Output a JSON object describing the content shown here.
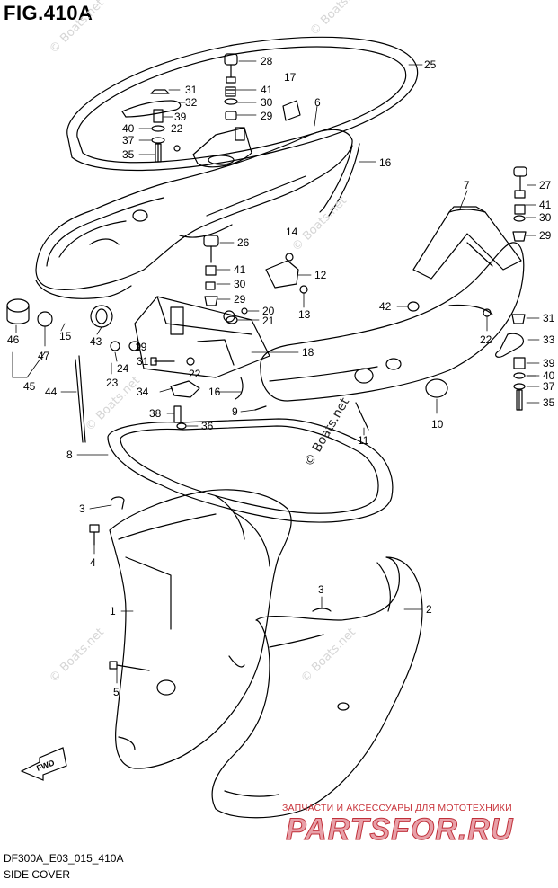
{
  "figure": {
    "title": "FIG.410A",
    "code": "DF300A_E03_015_410A",
    "name": "SIDE COVER"
  },
  "watermark": {
    "site": "© Boats.net",
    "retailer_tagline": "ЗАПЧАСТИ И АКСЕССУАРЫ ДЛЯ МОТОТЕХНИКИ",
    "retailer_brand": "PARTSFOR.RU"
  },
  "direction_badge": "FWD",
  "callouts": {
    "c28": "28",
    "c25": "25",
    "c31a": "31",
    "c32": "32",
    "c17": "17",
    "c41a": "41",
    "c6": "6",
    "c30a": "30",
    "c29a": "29",
    "c39a": "39",
    "c40a": "40",
    "c22a": "22",
    "c37a": "37",
    "c35a": "35",
    "c16a": "16",
    "c7": "7",
    "c27": "27",
    "c41b": "41",
    "c30b": "30",
    "c14": "14",
    "c26": "26",
    "c29b": "29",
    "c12": "12",
    "c41c": "41",
    "c13": "13",
    "c30c": "30",
    "c29c": "29",
    "c42": "42",
    "c20": "20",
    "c21": "21",
    "c31b": "31",
    "c22b": "22",
    "c33": "33",
    "c46": "46",
    "c15": "15",
    "c43": "43",
    "c19": "19",
    "c47": "47",
    "c24": "24",
    "c18": "18",
    "c39b": "39",
    "c23": "23",
    "c31c": "31",
    "c22c": "22",
    "c40b": "40",
    "c45": "45",
    "c44": "44",
    "c34": "34",
    "c16b": "16",
    "c37b": "37",
    "c35b": "35",
    "c9": "9",
    "c10": "10",
    "c38": "38",
    "c36": "36",
    "c11": "11",
    "c8": "8",
    "c3a": "3",
    "c4": "4",
    "c1": "1",
    "c3b": "3",
    "c2": "2",
    "c5": "5"
  }
}
